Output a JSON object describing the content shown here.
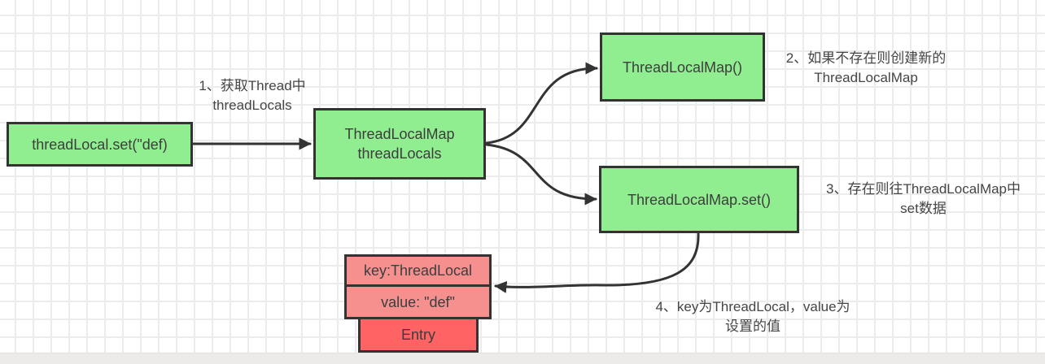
{
  "colors": {
    "green": "#90ee90",
    "pink": "#f6908f",
    "red": "#ff6363",
    "border": "#333333",
    "arrow": "#333333",
    "grid": "#ececec",
    "bg": "#ffffff",
    "text": "#3d3d3d",
    "bar": "#edeaea"
  },
  "diagram": {
    "nodes": {
      "start": {
        "label": "threadLocal.set(\"def)"
      },
      "mid": {
        "line1": "ThreadLocalMap",
        "line2": "threadLocals"
      },
      "ctor": {
        "label": "ThreadLocalMap()"
      },
      "set": {
        "label": "ThreadLocalMap.set()"
      },
      "entry_key": {
        "label": "key:ThreadLocal"
      },
      "entry_value": {
        "label": "value: \"def\""
      },
      "entry": {
        "label": "Entry"
      }
    },
    "annotations": {
      "step1": {
        "line1": "1、获取Thread中",
        "line2": "threadLocals"
      },
      "step2": {
        "line1": "2、如果不存在则创建新的",
        "line2": "ThreadLocalMap"
      },
      "step3": {
        "line1": "3、存在则往ThreadLocalMap中",
        "line2": "set数据"
      },
      "step4": {
        "line1": "4、key为ThreadLocal，value为",
        "line2": "设置的值"
      }
    },
    "edges": [
      {
        "name": "edge-start-to-mid"
      },
      {
        "name": "edge-mid-to-ctor"
      },
      {
        "name": "edge-mid-to-set"
      },
      {
        "name": "edge-set-to-entry"
      }
    ]
  }
}
